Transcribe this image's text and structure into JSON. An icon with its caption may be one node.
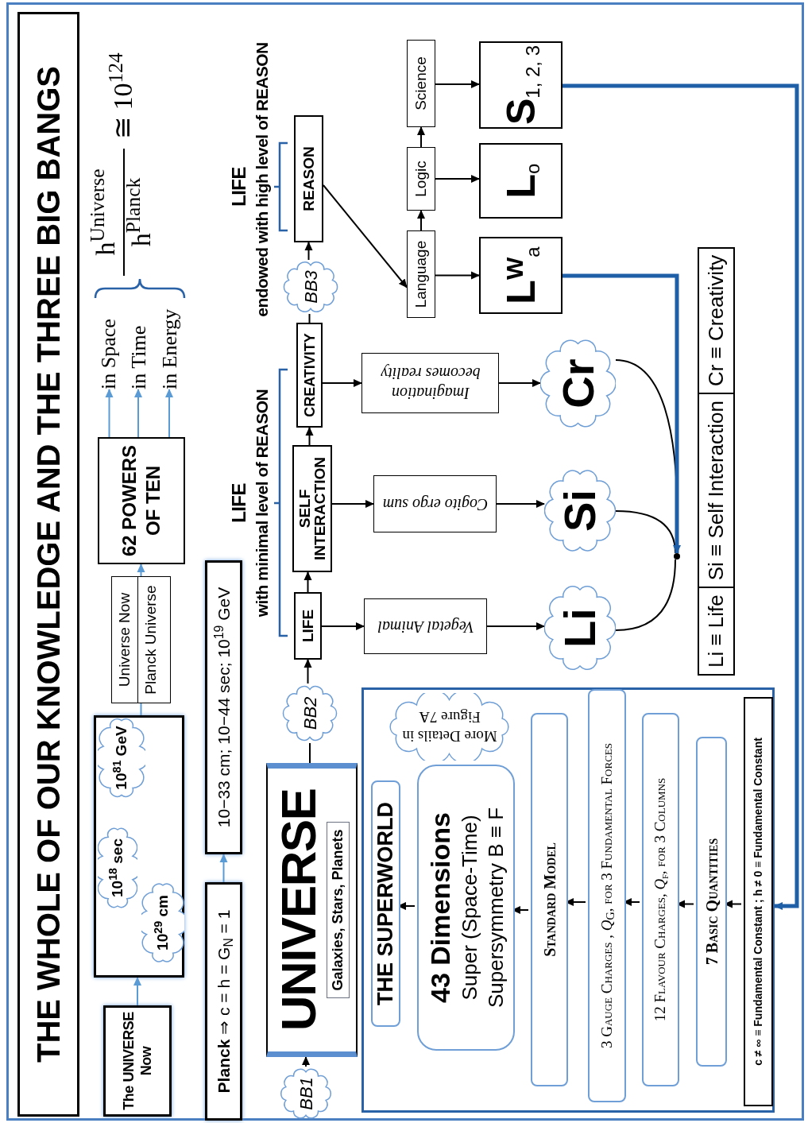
{
  "diagram": {
    "title": "THE WHOLE OF OUR KNOWLEDGE AND THE THREE BIG BANGS",
    "nodes": [
      {
        "text": [
          "The UNIVERSE Now"
        ]
      },
      {
        "text": [],
        "shape": "box"
      },
      {
        "text": [
          "10$^{29}$ cm"
        ],
        "in": 1
      },
      {
        "text": [
          "10$^{18}$ sec"
        ],
        "in": 1
      },
      {
        "text": [
          "10$^{81}$ GeV"
        ],
        "in": 1
      },
      {
        "text": [
          "Universe Now",
          "Planck Universe"
        ]
      },
      {
        "text": [
          "62 POWERS OF TEN"
        ]
      },
      {
        "text": [
          "in Space"
        ]
      },
      {
        "text": [
          "in Time"
        ]
      },
      {
        "text": [
          "in Energy"
        ]
      },
      {
        "text": [
          "**Planck** ⇒ c = h = G$_{N}$ = 1"
        ]
      },
      {
        "text": [
          "10−33 cm; 10−44 sec; 10$^{19}$ GeV"
        ]
      },
      {
        "text": [
          "BB1"
        ]
      },
      {
        "text": [
          "UNIVERSE",
          "Galaxies, Stars, Planets"
        ]
      },
      {
        "text": [
          "BB2"
        ]
      },
      {
        "text": [
          "LIFE"
        ]
      },
      {
        "text": [
          "SELF INTERACTION"
        ]
      },
      {
        "text": [
          "CREATIVITY"
        ]
      },
      {
        "text": [
          "BB3"
        ]
      },
      {
        "text": [
          "REASON"
        ]
      },
      {
        "text": [
          "Vegetal Animal"
        ]
      },
      {
        "text": [
          "Cogito ergo sum"
        ]
      },
      {
        "text": [
          "Imagination becomes reality"
        ]
      },
      {
        "text": [
          "Li"
        ]
      },
      {
        "text": [
          "Si"
        ]
      },
      {
        "text": [
          "Cr"
        ]
      },
      {
        "text": [],
        "shape": "circle"
      },
      {
        "text": [
          "Language"
        ]
      },
      {
        "text": [
          "Logic"
        ]
      },
      {
        "text": [
          "Science"
        ]
      },
      {
        "text": [
          "L$^{W}$$_{a}$"
        ]
      },
      {
        "text": [
          "L$_{o}$"
        ]
      },
      {
        "text": [
          "S$_{1, 2, 3}$"
        ]
      },
      {
        "text": [],
        "shape": "box"
      },
      {
        "text": [
          "THE SUPERWORLD"
        ],
        "in": 33
      },
      {
        "text": [
          "43 Dimensions",
          "Super (Space-Time)",
          "Supersymmetry B ≡ F"
        ],
        "in": 33
      },
      {
        "text": [
          "More Details in Figure 7A"
        ],
        "in": 33
      },
      {
        "text": [
          "Standard Model"
        ],
        "in": 33
      },
      {
        "text": [
          "3 Gauge Charges , *Q*$_{G}$, for 3 Fundamental Forces"
        ],
        "in": 33
      },
      {
        "text": [
          "12 Flavour Charges, *Q*$_{f}$, for 3 Columns"
        ],
        "in": 33
      },
      {
        "text": [
          "7 Basic Quantities"
        ],
        "in": 33
      },
      {
        "text": [
          "c ≠ ∞ ≡ Fundamental Constant ; h ≠ 0 ≡ Fundamental Constant"
        ],
        "in": 33
      }
    ],
    "edges": [
      {
        "from": 0,
        "to": 1,
        "arrow": "to",
        "color": "#5b9bd5"
      },
      {
        "from": 1,
        "to": 5,
        "arrow": "none",
        "color": "#5b9bd5"
      },
      {
        "from": 5,
        "to": 6,
        "arrow": "to",
        "color": "#5b9bd5"
      },
      {
        "from": 6,
        "to": 7,
        "arrow": "to",
        "color": "#5b9bd5"
      },
      {
        "from": 6,
        "to": 8,
        "arrow": "to",
        "color": "#5b9bd5"
      },
      {
        "from": 6,
        "to": 9,
        "arrow": "to",
        "color": "#5b9bd5"
      },
      {
        "from": 10,
        "to": 11,
        "arrow": "to",
        "color": "#5b9bd5"
      },
      {
        "from": 12,
        "to": 13,
        "arrow": "to"
      },
      {
        "from": 13,
        "to": 14,
        "arrow": "none"
      },
      {
        "from": 14,
        "to": 15,
        "arrow": "to"
      },
      {
        "from": 15,
        "to": 16,
        "arrow": "to"
      },
      {
        "from": 16,
        "to": 17,
        "arrow": "to"
      },
      {
        "from": 17,
        "to": 18,
        "arrow": "none"
      },
      {
        "from": 18,
        "to": 19,
        "arrow": "to"
      },
      {
        "from": 15,
        "to": 20,
        "arrow": "to"
      },
      {
        "from": 16,
        "to": 21,
        "arrow": "to"
      },
      {
        "from": 17,
        "to": 22,
        "arrow": "to"
      },
      {
        "from": 20,
        "to": 23,
        "arrow": "to"
      },
      {
        "from": 21,
        "to": 24,
        "arrow": "to"
      },
      {
        "from": 22,
        "to": 25,
        "arrow": "to"
      },
      {
        "from": 23,
        "to": 26,
        "arrow": "none"
      },
      {
        "from": 24,
        "to": 26,
        "arrow": "none"
      },
      {
        "from": 25,
        "to": 26,
        "arrow": "none"
      },
      {
        "from": 19,
        "to": 27,
        "arrow": "to"
      },
      {
        "from": 27,
        "to": 28,
        "arrow": "to"
      },
      {
        "from": 28,
        "to": 29,
        "arrow": "to"
      },
      {
        "from": 27,
        "to": 30,
        "arrow": "to"
      },
      {
        "from": 28,
        "to": 31,
        "arrow": "to"
      },
      {
        "from": 29,
        "to": 32,
        "arrow": "to"
      },
      {
        "from": 30,
        "to": 26,
        "arrow": "to",
        "style": "thick",
        "color": "#1f5fa8"
      },
      {
        "from": 32,
        "to": 33,
        "arrow": "to",
        "style": "thick",
        "color": "#1f5fa8"
      },
      {
        "from": 41,
        "to": 40,
        "arrow": "to"
      },
      {
        "from": 40,
        "to": 39,
        "arrow": "to"
      },
      {
        "from": 39,
        "to": 38,
        "arrow": "to"
      },
      {
        "from": 38,
        "to": 37,
        "arrow": "to"
      },
      {
        "from": 37,
        "to": 35,
        "arrow": "to"
      },
      {
        "from": 35,
        "to": 34,
        "arrow": "to"
      }
    ],
    "labels": [
      "h$^{Universe}$",
      "h$^{Planck}$",
      "≅ 10$^{124}$",
      "LIFE",
      "with minimal level of REASON",
      "LIFE",
      "endowed with high level of REASON",
      "Li ≡ Life",
      "Si ≡ Self Interaction",
      "Cr ≡ Creativity"
    ]
  }
}
